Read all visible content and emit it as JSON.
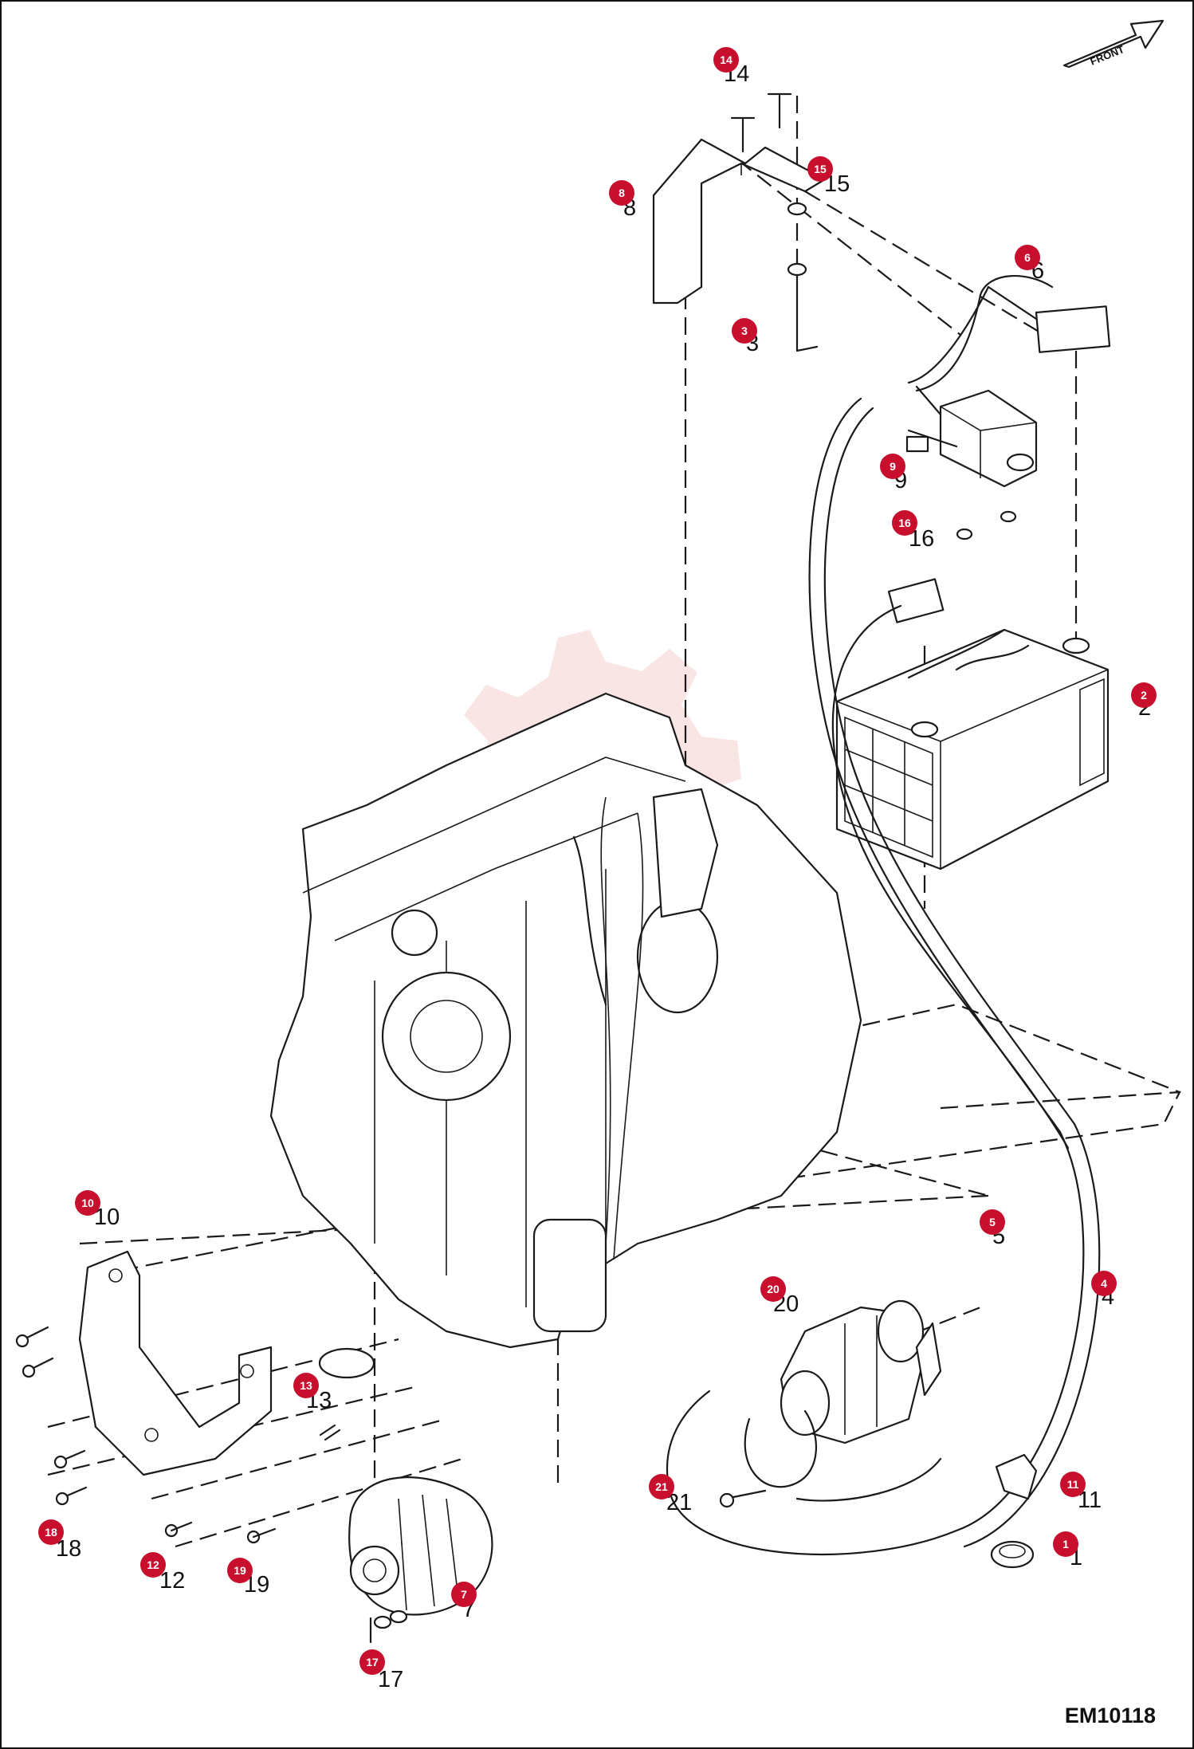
{
  "diagram": {
    "code": "EM10118",
    "direction_label": "FRONT",
    "callouts": [
      {
        "id": "c1",
        "badge": "1",
        "number": "1"
      },
      {
        "id": "c2",
        "badge": "2",
        "number": "2"
      },
      {
        "id": "c3",
        "badge": "3",
        "number": "3"
      },
      {
        "id": "c4",
        "badge": "4",
        "number": "4"
      },
      {
        "id": "c5",
        "badge": "5",
        "number": "5"
      },
      {
        "id": "c6",
        "badge": "6",
        "number": "6"
      },
      {
        "id": "c7",
        "badge": "7",
        "number": "7"
      },
      {
        "id": "c8",
        "badge": "8",
        "number": "8"
      },
      {
        "id": "c9",
        "badge": "9",
        "number": "9"
      },
      {
        "id": "c10",
        "badge": "10",
        "number": "10"
      },
      {
        "id": "c11",
        "badge": "11",
        "number": "11"
      },
      {
        "id": "c12",
        "badge": "12",
        "number": "12"
      },
      {
        "id": "c13",
        "badge": "13",
        "number": "13"
      },
      {
        "id": "c14",
        "badge": "14",
        "number": "14"
      },
      {
        "id": "c15",
        "badge": "15",
        "number": "15"
      },
      {
        "id": "c16",
        "badge": "16",
        "number": "16"
      },
      {
        "id": "c17",
        "badge": "17",
        "number": "17"
      },
      {
        "id": "c18",
        "badge": "18",
        "number": "18"
      },
      {
        "id": "c19",
        "badge": "19",
        "number": "19"
      },
      {
        "id": "c20",
        "badge": "20",
        "number": "20"
      },
      {
        "id": "c21",
        "badge": "21",
        "number": "21"
      }
    ],
    "colors": {
      "badge": "#c8102e",
      "line": "#1a1a1a",
      "watermark": "#f4c9c9"
    }
  }
}
